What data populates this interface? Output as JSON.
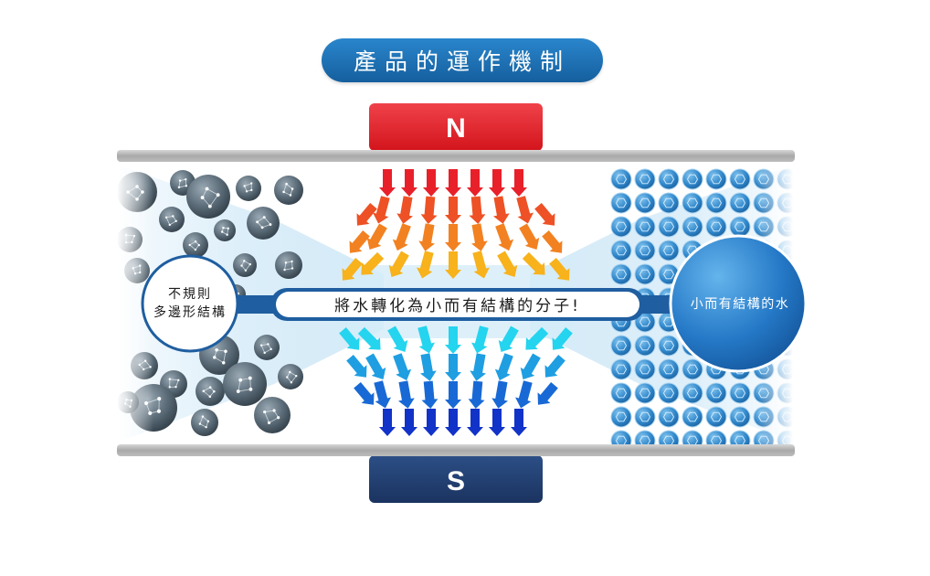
{
  "title": "產品的運作機制",
  "magnet": {
    "north_label": "N",
    "south_label": "S"
  },
  "left_cluster": {
    "label_line1": "不規則",
    "label_line2": "多邊形結構"
  },
  "center_banner": "將水轉化為小而有結構的分子!",
  "right_cluster": {
    "label": "小而有結構的水"
  },
  "colors": {
    "title_bg": "#1c6fb3",
    "north": "#e8202a",
    "south": "#233f6e",
    "arrow_top_start": "#e8202a",
    "arrow_top_end": "#f7b21c",
    "arrow_bottom_start": "#25d4ef",
    "arrow_bottom_end": "#1233c8",
    "small_molecule": "#2a78c0",
    "big_molecule": "#3b4a56"
  }
}
